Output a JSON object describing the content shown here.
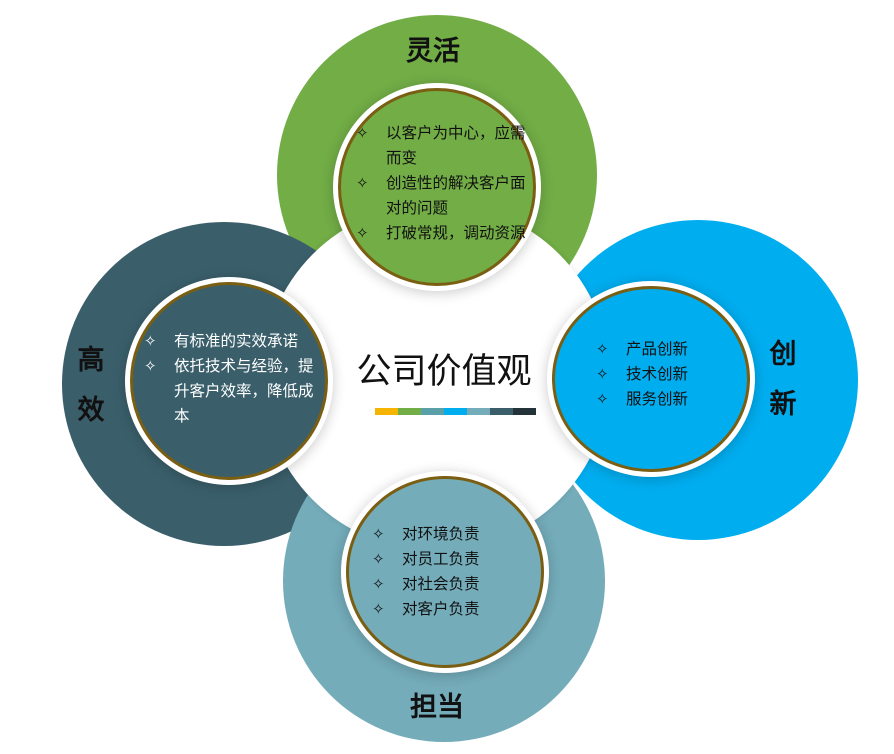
{
  "title": "公司价值观",
  "bullet_glyph": "✧",
  "colors": {
    "green": "#72ad46",
    "cyan": "#00adef",
    "dark_slate": "#3a5f6b",
    "teal": "#74acba",
    "ring": "#7a5e12"
  },
  "color_bar": [
    "#f5b400",
    "#72ad46",
    "#5aa0a8",
    "#00adef",
    "#74acba",
    "#3a5f6b",
    "#24323a"
  ],
  "nodes": {
    "flexible": {
      "label": "灵活",
      "items": [
        "以客户为中心，应需而变",
        "创造性的解决客户面对的问题",
        "打破常规，调动资源"
      ]
    },
    "innovation": {
      "label": "创新",
      "label_chars": [
        "创",
        "新"
      ],
      "items": [
        "产品创新",
        "技术创新",
        "服务创新"
      ]
    },
    "efficient": {
      "label": "高效",
      "label_chars": [
        "高",
        "效"
      ],
      "items": [
        "有标准的实效承诺",
        "依托技术与经验，提升客户效率，降低成本"
      ]
    },
    "responsibility": {
      "label": "担当",
      "items": [
        "对环境负责",
        "对员工负责",
        "对社会负责",
        "对客户负责"
      ]
    }
  }
}
